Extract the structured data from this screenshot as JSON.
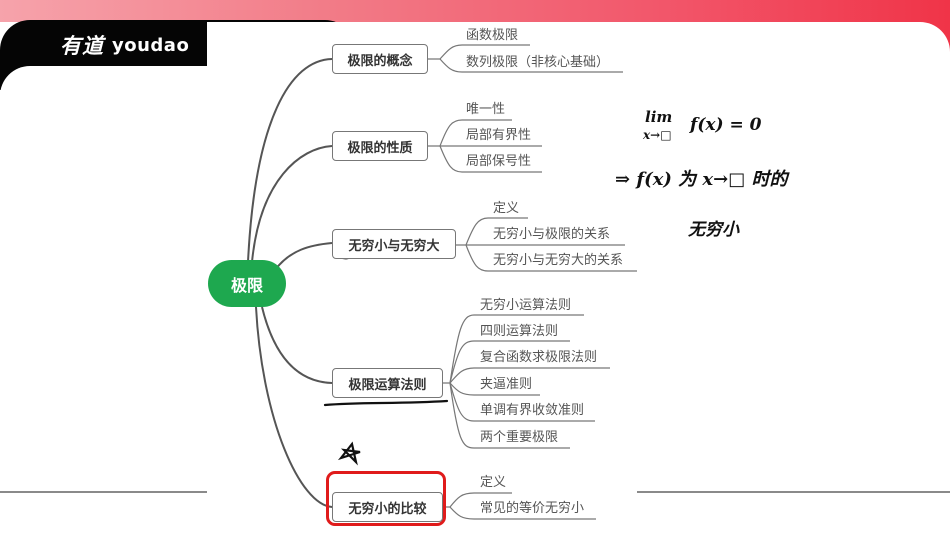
{
  "app": {
    "logo_cn": "有道",
    "logo_en": "youdao",
    "banner_gradient": [
      "#f6a3ab",
      "#f03448"
    ]
  },
  "mindmap": {
    "root": {
      "label": "极限",
      "color": "#1ea84f"
    },
    "branches": [
      {
        "label": "极限的概念",
        "children": [
          "函数极限",
          "数列极限（非核心基础）"
        ]
      },
      {
        "label": "极限的性质",
        "children": [
          "唯一性",
          "局部有界性",
          "局部保号性"
        ]
      },
      {
        "label": "无穷小与无穷大",
        "children": [
          "定义",
          "无穷小与极限的关系",
          "无穷小与无穷大的关系"
        ],
        "annotated": "wavy-underline"
      },
      {
        "label": "极限运算法则",
        "children": [
          "无穷小运算法则",
          "四则运算法则",
          "复合函数求极限法则",
          "夹逼准则",
          "单调有界收敛准则",
          "两个重要极限"
        ],
        "annotated": "underline"
      },
      {
        "label": "无穷小的比较",
        "children": [
          "定义",
          "常见的等价无穷小"
        ],
        "annotated": "red-box-star",
        "highlight_color": "#e01b1b"
      }
    ]
  },
  "annotations": {
    "line1_top": "lim",
    "line1_bottom": "x→□",
    "line1_rest": "f(x) = 0",
    "line2": "⇒ f(x) 为 x→□ 时的",
    "line3": "无穷小",
    "star": "☆"
  }
}
